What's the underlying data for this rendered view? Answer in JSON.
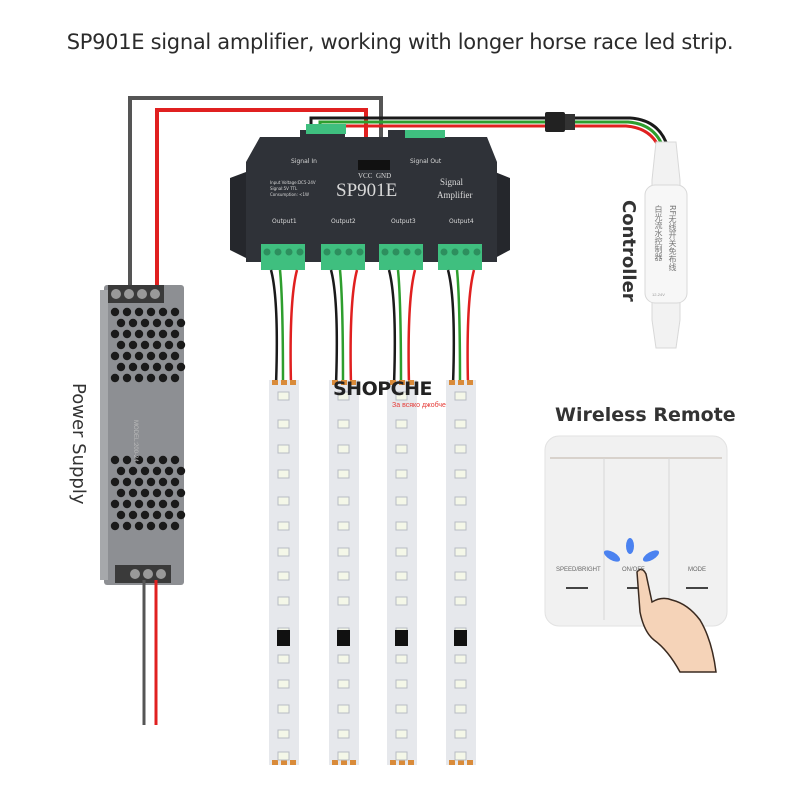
{
  "title": "SP901E signal amplifier, working with longer horse race led strip.",
  "labels": {
    "power_supply": "Power Supply",
    "controller": "Controller",
    "wireless_remote": "Wireless Remote"
  },
  "amplifier": {
    "model": "SP901E",
    "name_line1": "Signal",
    "name_line2": "Amplifier",
    "signal_in": "Signal In",
    "signal_out": "Signal Out",
    "vcc": "VCC",
    "gnd": "GND",
    "specs": [
      "Input Voltage:DC5-24V",
      "Signal:5V TTL",
      "Consumption: <1W"
    ],
    "outputs": [
      "Output1",
      "Output2",
      "Output3",
      "Output4"
    ]
  },
  "controller": {
    "text_line1": "白光流水控制器",
    "text_line2": "RF无线开关免布线",
    "voltage": "12-24V"
  },
  "power_supply": {
    "model": "MODEL:200-24"
  },
  "remote": {
    "buttons": [
      "SPEED/BRIGHT",
      "ON/OFF",
      "MODE"
    ]
  },
  "watermark": {
    "brand": "SHOPCHE",
    "tagline": "За всяко джобче"
  },
  "colors": {
    "wire_red": "#e02020",
    "wire_green": "#2e9e2e",
    "wire_black": "#1a1a1a",
    "wire_gray": "#555555",
    "terminal_green": "#3fbf7f",
    "amp_body": "#2f3238",
    "psu_body": "#8d8f93",
    "strip": "#e6e8ec",
    "led": "#f4f7e8",
    "blue_glow": "#2f6ff0"
  }
}
